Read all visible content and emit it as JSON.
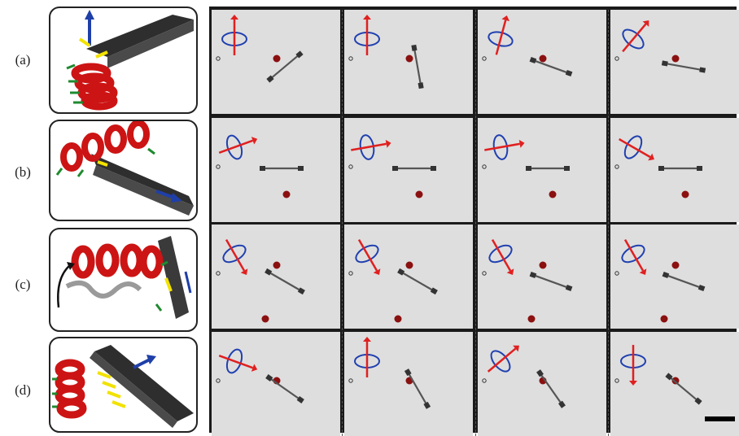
{
  "rows": [
    {
      "label": "(a)",
      "frames": [
        "f1",
        "f2",
        "f3",
        "f4"
      ]
    },
    {
      "label": "(b)",
      "frames": [
        "f1",
        "f2",
        "f3",
        "f4"
      ]
    },
    {
      "label": "(c)",
      "frames": [
        "f1",
        "f2",
        "f3",
        "f4"
      ]
    },
    {
      "label": "(d)",
      "frames": [
        "f1",
        "f2",
        "f3",
        "f4"
      ]
    }
  ],
  "colors": {
    "helix": "#cc1414",
    "bar": "#3a3a3a",
    "arrow_blue": "#1f3fa8",
    "arrow_yellow": "#f2e200",
    "arrow_green": "#1f8a2f",
    "arrow_teal": "#1e8a86",
    "frame_bg": "#dedede",
    "marker": "#8b1010",
    "field_red": "#e02020",
    "field_blue": "#2040b0"
  },
  "icons": [
    "rotating-field-icon",
    "helix-icon",
    "scale-bar"
  ]
}
